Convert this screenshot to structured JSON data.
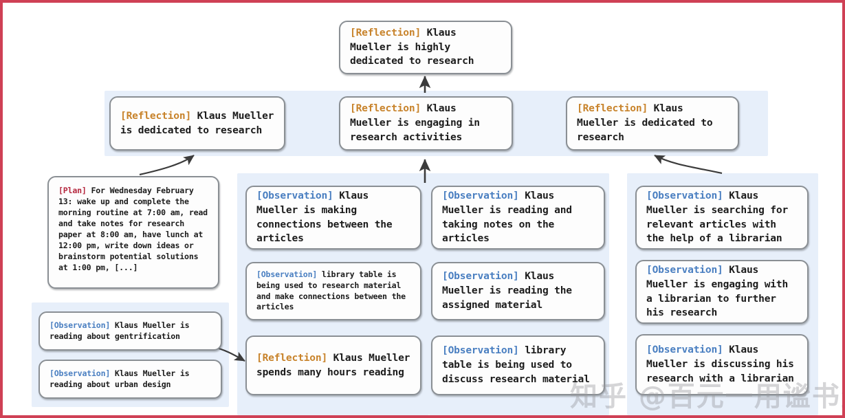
{
  "theme": {
    "border_color": "#cf4055",
    "panel_color": "#e7effa",
    "node_border": "#8a8f94",
    "node_fill": "#fdfdfd",
    "tag_reflection_color": "#c8832b",
    "tag_observation_color": "#4a7fc1",
    "tag_plan_color": "#b5283f"
  },
  "nodes": {
    "top_reflection": {
      "tag": "[Reflection]",
      "text": " Klaus Mueller is highly dedicated to research"
    },
    "mid_reflection_left": {
      "tag": "[Reflection]",
      "text": " Klaus Mueller is dedicated to research"
    },
    "mid_reflection_center": {
      "tag": "[Reflection]",
      "text": " Klaus Mueller is engaging in research activities"
    },
    "mid_reflection_right": {
      "tag": "[Reflection]",
      "text": " Klaus Mueller is dedicated to research"
    },
    "plan": {
      "tag": "[Plan]",
      "text": " For Wednesday February 13: wake up and complete the morning routine at 7:00 am, read and take notes for research paper at 8:00 am, have lunch at 12:00 pm, write down ideas or brainstorm potential solutions at 1:00 pm, [...]"
    },
    "obs_gentrification": {
      "tag": "[Observation]",
      "text": " Klaus Mueller is reading about gentrification"
    },
    "obs_urban_design": {
      "tag": "[Observation]",
      "text": " Klaus Mueller is reading about urban design"
    },
    "col1_obs_connections": {
      "tag": "[Observation]",
      "text": " Klaus Mueller is making connections between the articles"
    },
    "col1_obs_library_table": {
      "tag": "[Observation]",
      "text": " library table is being used to research material and make connections between the articles"
    },
    "col1_reflection_hours": {
      "tag": "[Reflection]",
      "text": " Klaus Mueller spends many hours reading"
    },
    "col2_obs_taking_notes": {
      "tag": "[Observation]",
      "text": " Klaus Mueller is reading and taking notes on the articles"
    },
    "col2_obs_assigned": {
      "tag": "[Observation]",
      "text": " Klaus Mueller is reading the assigned material"
    },
    "col2_obs_discuss": {
      "tag": "[Observation]",
      "text": " library table is being used to discuss research material"
    },
    "col3_obs_searching": {
      "tag": "[Observation]",
      "text": " Klaus Mueller is searching for relevant articles with the help of a librarian"
    },
    "col3_obs_engaging": {
      "tag": "[Observation]",
      "text": " Klaus Mueller is engaging with a librarian to further his research"
    },
    "col3_obs_discussing": {
      "tag": "[Observation]",
      "text": " Klaus Mueller is discussing his research with a librarian"
    }
  },
  "watermark": {
    "text": "知乎 @百元一用谧书生"
  }
}
